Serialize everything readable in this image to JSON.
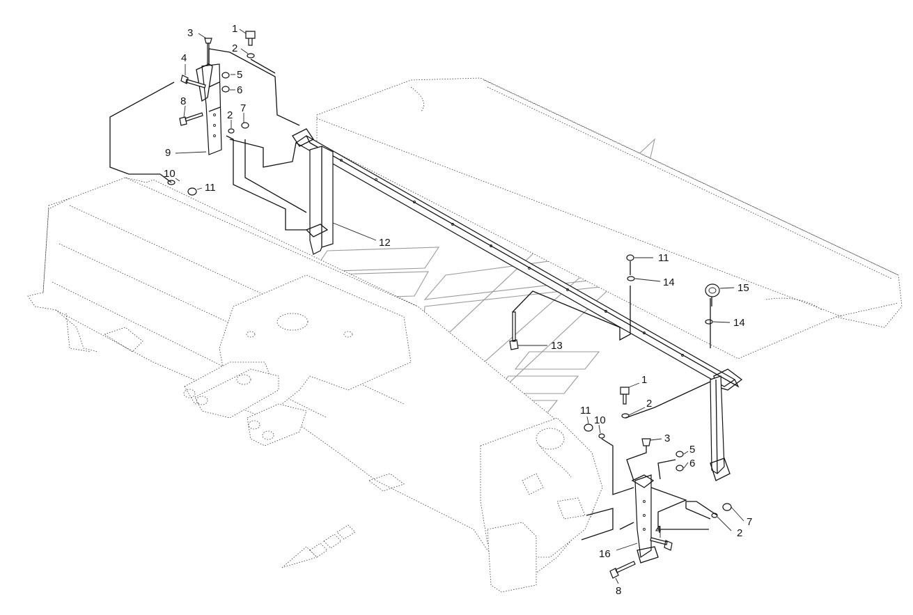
{
  "callouts": [
    {
      "id": "c1a",
      "text": "1"
    },
    {
      "id": "c2a",
      "text": "2"
    },
    {
      "id": "c3a",
      "text": "3"
    },
    {
      "id": "c4a",
      "text": "4"
    },
    {
      "id": "c5a",
      "text": "5"
    },
    {
      "id": "c6a",
      "text": "6"
    },
    {
      "id": "c8a",
      "text": "8"
    },
    {
      "id": "c2b",
      "text": "2"
    },
    {
      "id": "c7a",
      "text": "7"
    },
    {
      "id": "c9",
      "text": "9"
    },
    {
      "id": "c10a",
      "text": "10"
    },
    {
      "id": "c11a",
      "text": "11"
    },
    {
      "id": "c12",
      "text": "12"
    },
    {
      "id": "c11b",
      "text": "11"
    },
    {
      "id": "c14a",
      "text": "14"
    },
    {
      "id": "c15",
      "text": "15"
    },
    {
      "id": "c14b",
      "text": "14"
    },
    {
      "id": "c13",
      "text": "13"
    },
    {
      "id": "c1b",
      "text": "1"
    },
    {
      "id": "c2c",
      "text": "2"
    },
    {
      "id": "c11c",
      "text": "11"
    },
    {
      "id": "c10b",
      "text": "10"
    },
    {
      "id": "c3b",
      "text": "3"
    },
    {
      "id": "c5b",
      "text": "5"
    },
    {
      "id": "c6b",
      "text": "6"
    },
    {
      "id": "c7b",
      "text": "7"
    },
    {
      "id": "c2d",
      "text": "2"
    },
    {
      "id": "c4b",
      "text": "4"
    },
    {
      "id": "c16",
      "text": "16"
    },
    {
      "id": "c8b",
      "text": "8"
    }
  ]
}
